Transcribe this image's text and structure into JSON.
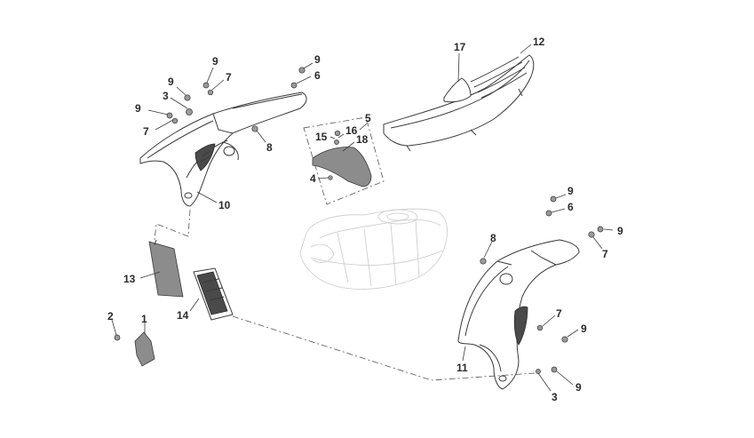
{
  "callouts": [
    {
      "id": "c17",
      "label": "17"
    },
    {
      "id": "c12",
      "label": "12"
    },
    {
      "id": "c9a",
      "label": "9"
    },
    {
      "id": "c9b",
      "label": "9"
    },
    {
      "id": "c9c",
      "label": "9"
    },
    {
      "id": "c9d",
      "label": "9"
    },
    {
      "id": "c7a",
      "label": "7"
    },
    {
      "id": "c6a",
      "label": "6"
    },
    {
      "id": "c3a",
      "label": "3"
    },
    {
      "id": "c7b",
      "label": "7"
    },
    {
      "id": "c8a",
      "label": "8"
    },
    {
      "id": "c5",
      "label": "5"
    },
    {
      "id": "c15",
      "label": "15"
    },
    {
      "id": "c16",
      "label": "16"
    },
    {
      "id": "c18",
      "label": "18"
    },
    {
      "id": "c4",
      "label": "4"
    },
    {
      "id": "c10",
      "label": "10"
    },
    {
      "id": "c9e",
      "label": "9"
    },
    {
      "id": "c6b",
      "label": "6"
    },
    {
      "id": "c8b",
      "label": "8"
    },
    {
      "id": "c9f",
      "label": "9"
    },
    {
      "id": "c7c",
      "label": "7"
    },
    {
      "id": "c13",
      "label": "13"
    },
    {
      "id": "c14",
      "label": "14"
    },
    {
      "id": "c2",
      "label": "2"
    },
    {
      "id": "c1",
      "label": "1"
    },
    {
      "id": "c7d",
      "label": "7"
    },
    {
      "id": "c9g",
      "label": "9"
    },
    {
      "id": "c11",
      "label": "11"
    },
    {
      "id": "c3b",
      "label": "3"
    },
    {
      "id": "c9h",
      "label": "9"
    }
  ]
}
